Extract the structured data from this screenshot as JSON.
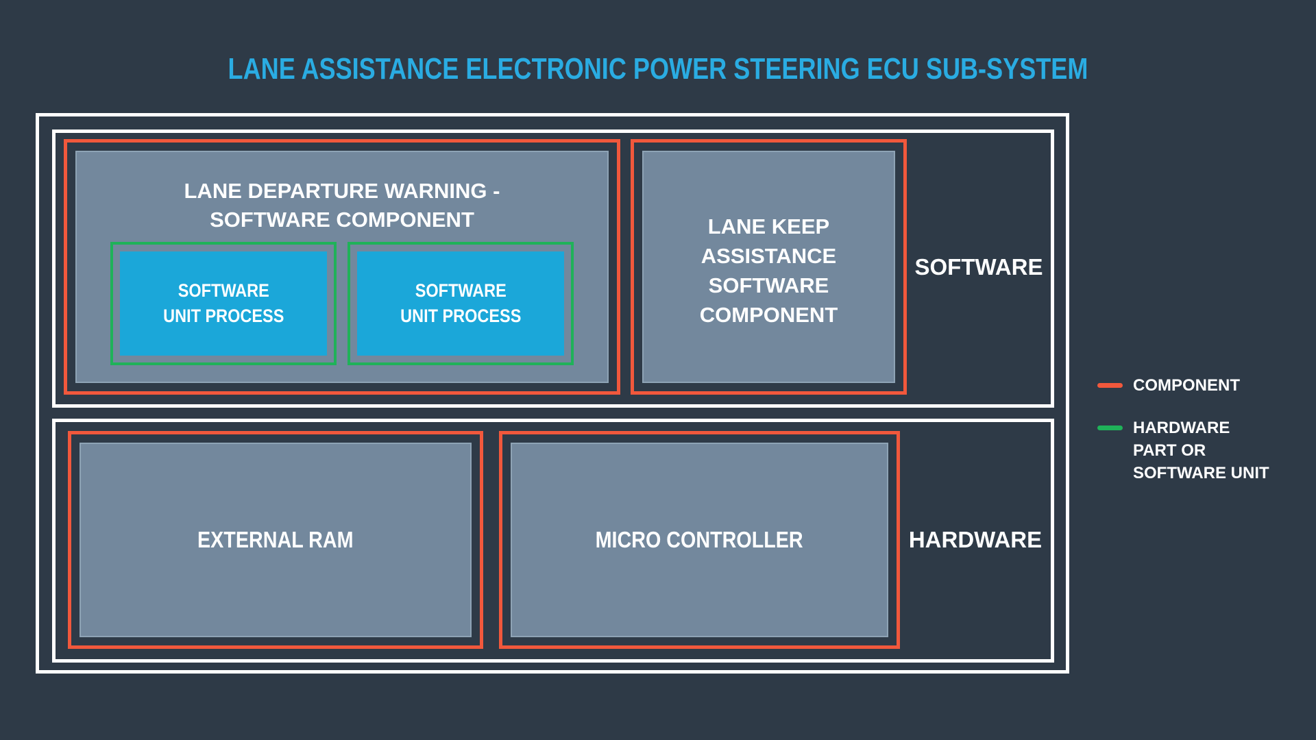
{
  "title": "LANE ASSISTANCE ELECTRONIC POWER STEERING ECU SUB-SYSTEM",
  "colors": {
    "background": "#2E3A47",
    "title_text": "#2AACE2",
    "component_border": "#F1583C",
    "unit_border": "#1FB259",
    "unit_fill": "#1BA7D9",
    "block_fill": "#73889D",
    "block_edge": "#8EA3B5",
    "frame_border": "#FFFFFF",
    "text": "#FFFFFF"
  },
  "software_section": {
    "label": "SOFTWARE",
    "lane_departure_component": {
      "heading_lines": [
        "LANE DEPARTURE WARNING -",
        "SOFTWARE COMPONENT"
      ],
      "units": [
        {
          "lines": [
            "SOFTWARE",
            "UNIT PROCESS"
          ]
        },
        {
          "lines": [
            "SOFTWARE",
            "UNIT PROCESS"
          ]
        }
      ]
    },
    "lane_keep_component": {
      "lines": [
        "LANE KEEP",
        "ASSISTANCE",
        "SOFTWARE",
        "COMPONENT"
      ]
    }
  },
  "hardware_section": {
    "label": "HARDWARE",
    "external_ram": {
      "label": "EXTERNAL RAM"
    },
    "micro_controller": {
      "label": "MICRO CONTROLLER"
    }
  },
  "legend": [
    {
      "color": "#F1583C",
      "lines": [
        "COMPONENT"
      ]
    },
    {
      "color": "#1FB259",
      "lines": [
        "HARDWARE",
        "PART OR",
        "SOFTWARE UNIT"
      ]
    }
  ]
}
